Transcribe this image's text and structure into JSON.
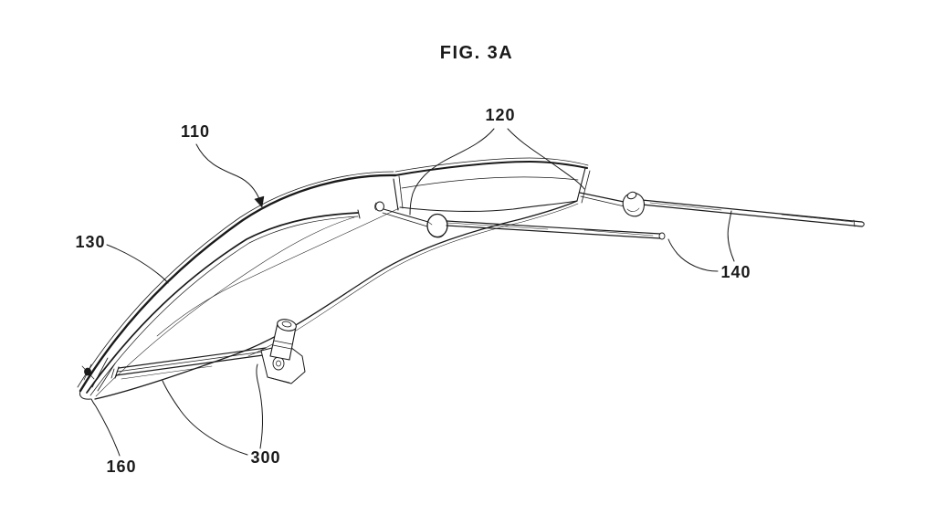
{
  "title": "FIG. 3A",
  "reference_numerals": {
    "r110": "110",
    "r120": "120",
    "r130": "130",
    "r140": "140",
    "r160": "160",
    "r300": "300"
  },
  "colors": {
    "line": "#1a1a1a",
    "background": "#ffffff"
  }
}
